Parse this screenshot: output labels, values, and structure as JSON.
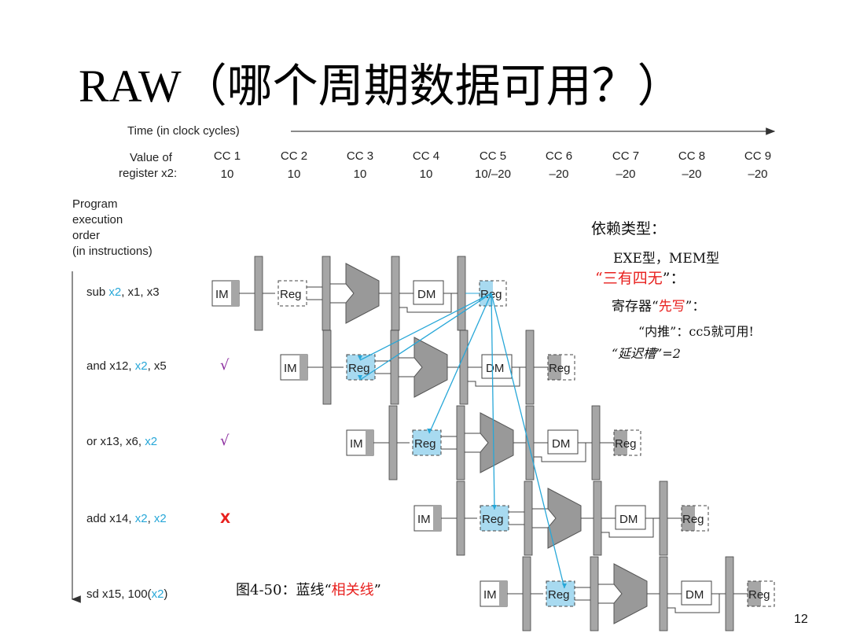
{
  "title": "RAW（哪个周期数据可用？）",
  "time_label": "Time (in clock cycles)",
  "value_of_label": "Value of",
  "register_label": "register x2:",
  "cycles": [
    {
      "label": "CC 1",
      "value": "10"
    },
    {
      "label": "CC 2",
      "value": "10"
    },
    {
      "label": "CC 3",
      "value": "10"
    },
    {
      "label": "CC 4",
      "value": "10"
    },
    {
      "label": "CC 5",
      "value": "10/–20"
    },
    {
      "label": "CC 6",
      "value": "–20"
    },
    {
      "label": "CC 7",
      "value": "–20"
    },
    {
      "label": "CC 8",
      "value": "–20"
    },
    {
      "label": "CC 9",
      "value": "–20"
    }
  ],
  "program_order_label": [
    "Program",
    "execution",
    "order",
    "(in instructions)"
  ],
  "instructions": [
    {
      "parts": [
        "sub ",
        "x2",
        ", x1, x3"
      ],
      "mark": ""
    },
    {
      "parts": [
        "and x12, ",
        "x2",
        ", x5"
      ],
      "mark": "√"
    },
    {
      "parts": [
        "or x13, x6, ",
        "x2",
        ""
      ],
      "mark": "√"
    },
    {
      "parts": [
        "add x14, ",
        "x2",
        ", ",
        "x2"
      ],
      "mark": "X"
    },
    {
      "parts": [
        "sd x15, 100(",
        "x2",
        ")"
      ],
      "mark": ""
    }
  ],
  "stage_labels": {
    "im": "IM",
    "reg": "Reg",
    "dm": "DM"
  },
  "notes": {
    "dep_types": "依赖类型：",
    "exe_mem": "EXE型，MEM型",
    "three_four_q_open": "“",
    "three_four": "三有四无",
    "three_four_q_close": "”：",
    "reg_prefix": "寄存器“",
    "write_first": "先写",
    "reg_suffix": "”：",
    "forward": "“内推”：cc5就可用!",
    "delay_slot": "“延迟槽”=2"
  },
  "caption": {
    "prefix": "图4-50：蓝线“",
    "highlight": "相关线",
    "suffix": "”"
  },
  "page_number": "12",
  "colors": {
    "accent": "#27a7d8",
    "highlight_red": "#e8201e",
    "check_purple": "#8a2a9e",
    "stage_gray": "#a6a6a6",
    "reg_fill": "#a8daf0"
  }
}
